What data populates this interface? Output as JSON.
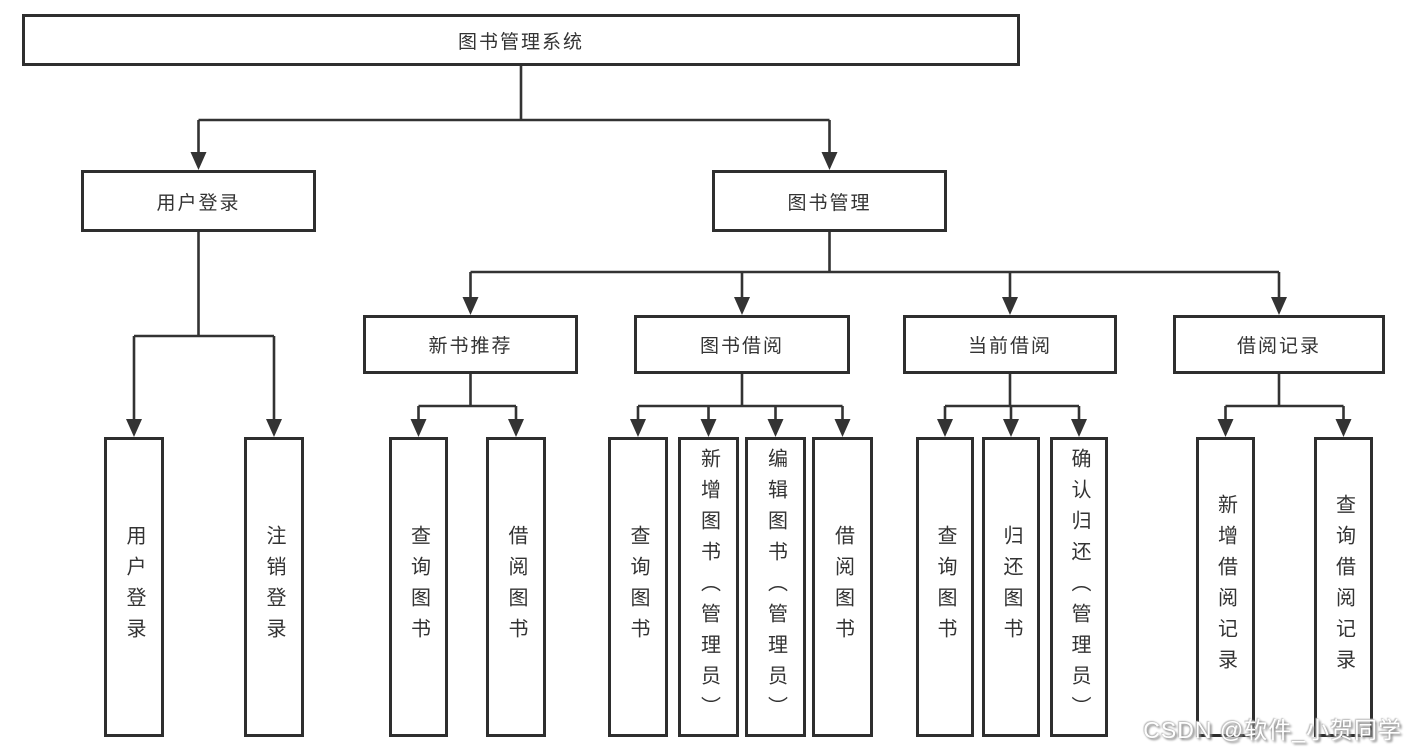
{
  "tree": {
    "root": {
      "label": "图书管理系统"
    },
    "branches": [
      {
        "label": "用户登录",
        "children": [
          {
            "label": "用户登录"
          },
          {
            "label": "注销登录"
          }
        ]
      },
      {
        "label": "图书管理",
        "children": [
          {
            "label": "新书推荐",
            "children": [
              {
                "label": "查询图书"
              },
              {
                "label": "借阅图书"
              }
            ]
          },
          {
            "label": "图书借阅",
            "children": [
              {
                "label": "查询图书"
              },
              {
                "label": "新增图书（管理员）"
              },
              {
                "label": "编辑图书（管理员）"
              },
              {
                "label": "借阅图书"
              }
            ]
          },
          {
            "label": "当前借阅",
            "children": [
              {
                "label": "查询图书"
              },
              {
                "label": "归还图书"
              },
              {
                "label": "确认归还（管理员）"
              }
            ]
          },
          {
            "label": "借阅记录",
            "children": [
              {
                "label": "新增借阅记录"
              },
              {
                "label": "查询借阅记录"
              }
            ]
          }
        ]
      }
    ]
  },
  "watermark": {
    "text": "CSDN @软件_小贺同学"
  },
  "colors": {
    "line": "#333333",
    "border": "#2e2e2e",
    "text": "#333333",
    "background": "#ffffff"
  }
}
